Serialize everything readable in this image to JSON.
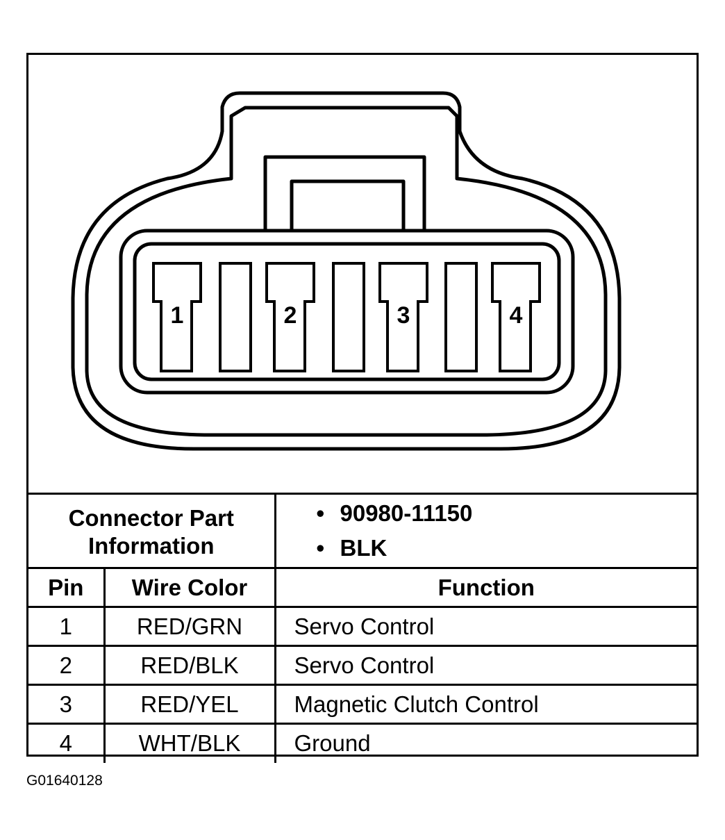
{
  "connector": {
    "terminals": [
      {
        "label": "1"
      },
      {
        "label": "2"
      },
      {
        "label": "3"
      },
      {
        "label": "4"
      }
    ]
  },
  "part_info": {
    "label_line1": "Connector Part",
    "label_line2": "Information",
    "part_number": "90980-11150",
    "color": "BLK",
    "bullet": "•"
  },
  "table": {
    "headers": {
      "pin": "Pin",
      "wire_color": "Wire Color",
      "function": "Function"
    },
    "rows": [
      {
        "pin": "1",
        "wire_color": "RED/GRN",
        "function": "Servo Control"
      },
      {
        "pin": "2",
        "wire_color": "RED/BLK",
        "function": "Servo Control"
      },
      {
        "pin": "3",
        "wire_color": "RED/YEL",
        "function": "Magnetic Clutch Control"
      },
      {
        "pin": "4",
        "wire_color": "WHT/BLK",
        "function": "Ground"
      }
    ]
  },
  "figure_id": "G01640128"
}
